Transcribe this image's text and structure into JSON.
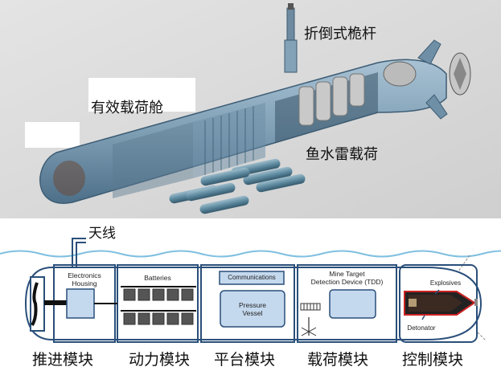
{
  "top_labels": {
    "mast": "折倒式桅杆",
    "payload_bay": "有效载荷舱",
    "torpedo_payload": "鱼水雷载荷"
  },
  "antenna_label": "天线",
  "section_labels": {
    "electronics": "Electronics\nHousing",
    "batteries": "Batteries",
    "communications": "Communications",
    "pressure": "Pressure\nVessel",
    "tdd": "Mine Target\nDetection Device (TDD)",
    "explosives": "Explosives",
    "detonator": "Detonator"
  },
  "modules": [
    "推进模块",
    "动力模块",
    "平台模块",
    "载荷模块",
    "控制模块"
  ],
  "colors": {
    "hull": "#7f9fb5",
    "hull_dark": "#4d6f88",
    "torpedo": "#5e8aa0",
    "line_blue": "#2a4f7a",
    "box_fill": "#c5d9ee",
    "wave": "#7fbfe0"
  }
}
